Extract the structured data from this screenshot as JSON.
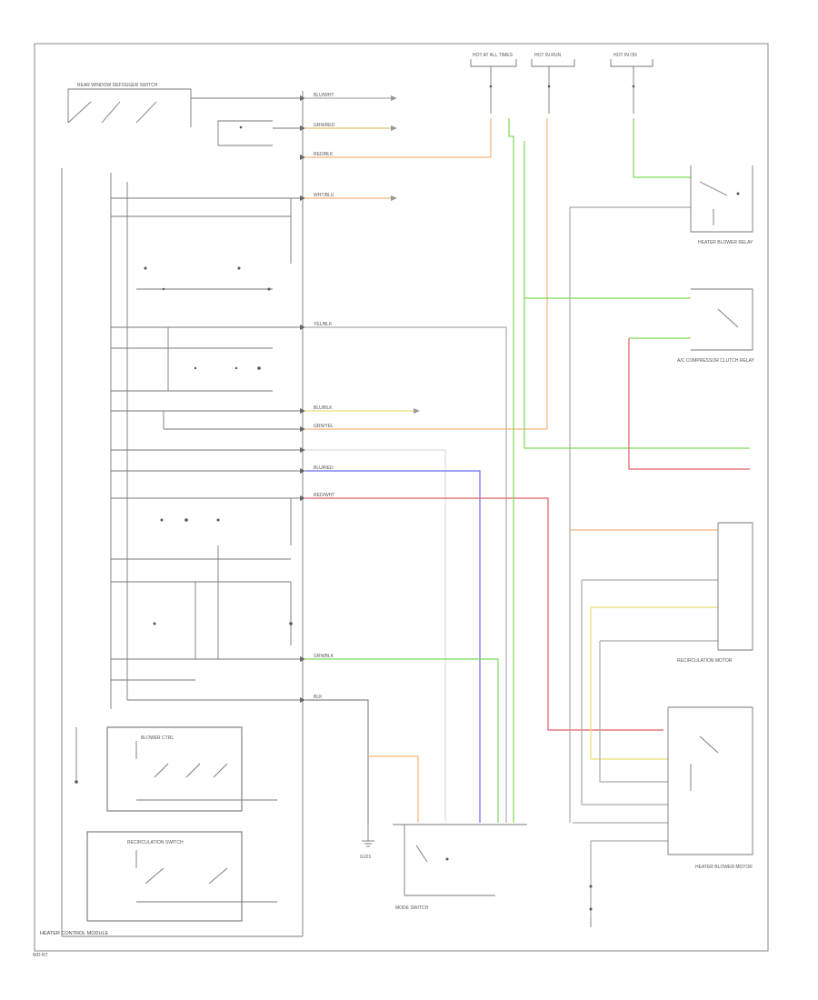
{
  "diagram": {
    "footer_code": "WD-NT",
    "modules": {
      "heater_control_module": "HEATER CONTROL MODULE",
      "blower_ctrl": "BLOWER CTRL",
      "recirculation_motor": "RECIRCULATION MOTOR",
      "heater_blower_relay": "HEATER BLOWER RELAY",
      "heater_blower_motor": "HEATER BLOWER MOTOR",
      "recirculation_switch": "RECIRCULATION SWITCH",
      "rear_window_defog_switch": "REAR WINDOW DEFOGGER SWITCH",
      "mode_switch": "MODE SWITCH",
      "hot_at_all_times": "HOT AT ALL TIMES",
      "hot_in_run": "HOT IN RUN",
      "hot_in_on": "HOT IN ON",
      "ac_compressor": "A/C COMPRESSOR CLUTCH RELAY",
      "ground": "G101"
    },
    "wire_labels": [
      "BLU/WHT",
      "GRN/RED",
      "RED/BLK",
      "WHT/BLU",
      "YEL/BLK",
      "BLU/BLK",
      "GRN/YEL",
      "RED/WHT",
      "BLK",
      "BLU/RED",
      "GRN/BLK"
    ],
    "wire_colors": {
      "green": "#7ed957",
      "orange": "#f5b27a",
      "blue": "#6a6af0",
      "red": "#e0606a",
      "yellow": "#e8e070",
      "gray": "#aaaaaa"
    }
  }
}
